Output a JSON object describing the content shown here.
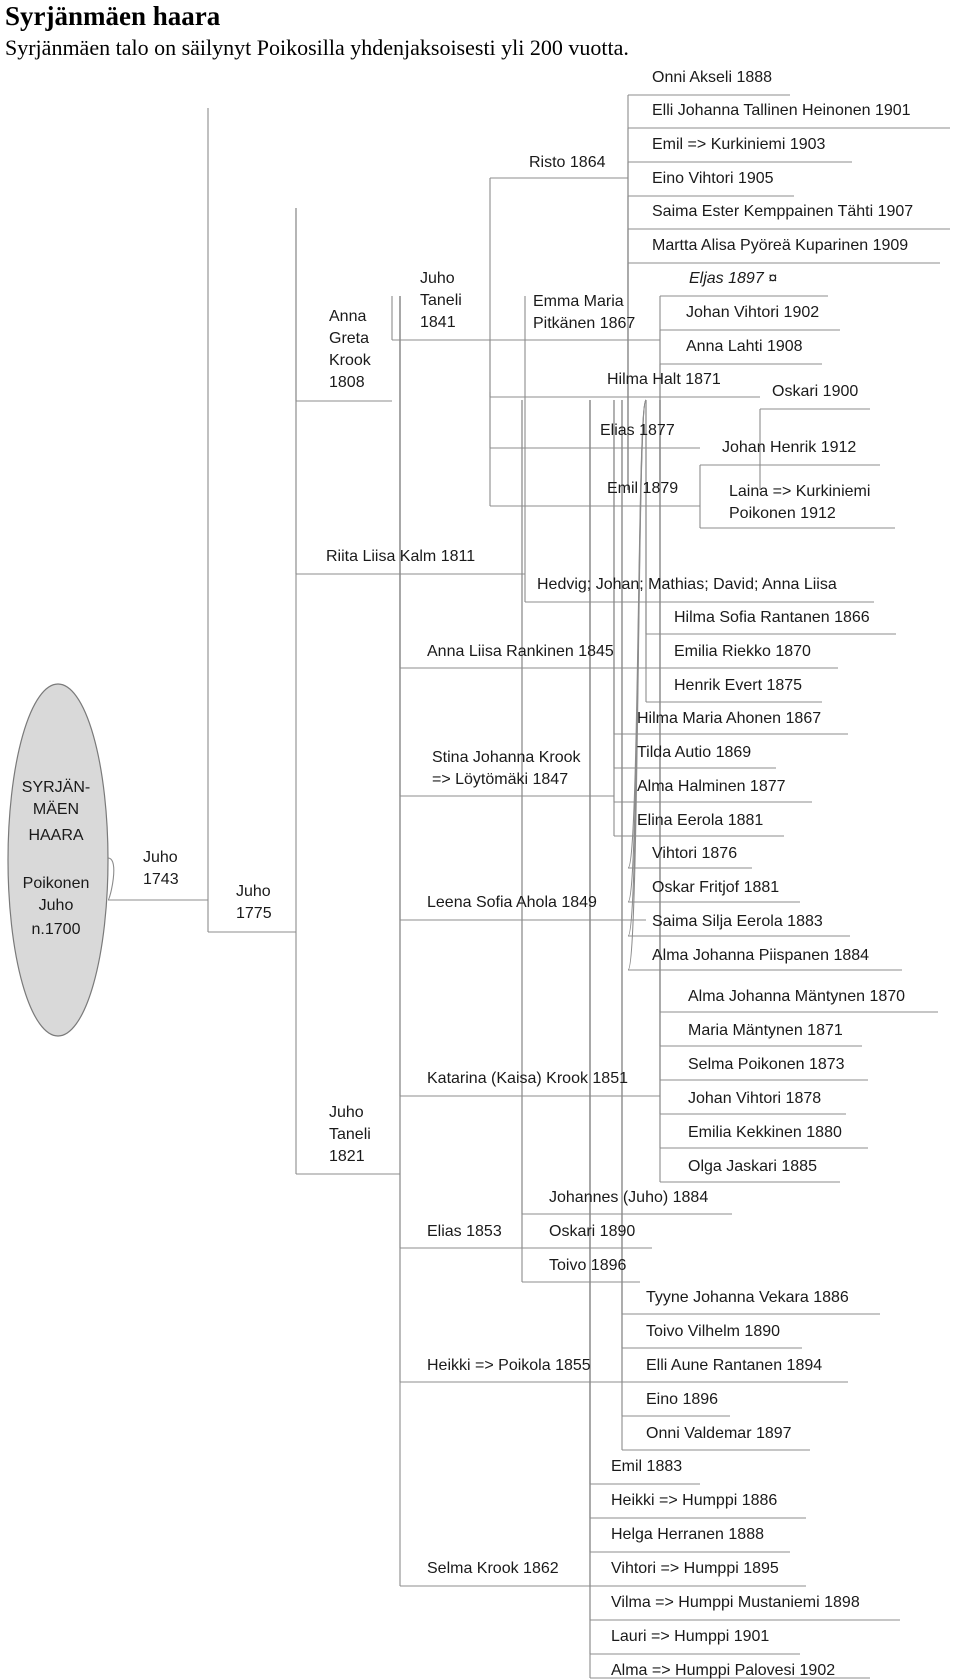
{
  "header": {
    "title": "Syrjänmäen haara",
    "subtitle": "Syrjänmäen talo on säilynyt Poikosilla yhdenjaksoisesti yli 200 vuotta."
  },
  "tree": {
    "root_lines": [
      "SYRJÄN-",
      "MÄEN",
      "HAARA",
      "Poikonen",
      "Juho",
      "n.1700"
    ],
    "root_fill": "#d9d9d9",
    "line_color": "#8c8c8c",
    "nodes": {
      "juho1743": [
        "Juho",
        "1743"
      ],
      "juho1775": [
        "Juho",
        "1775"
      ],
      "anna_greta": [
        "Anna",
        "Greta",
        "Krook",
        "1808"
      ],
      "juho_taneli_1841": [
        "Juho",
        "Taneli",
        "1841"
      ],
      "risto": [
        "Risto 1864"
      ],
      "onni_akseli": [
        "Onni Akseli 1888"
      ],
      "elli_johanna": [
        "Elli Johanna Tallinen Heinonen 1901"
      ],
      "emil_1903": [
        "Emil => Kurkiniemi 1903"
      ],
      "eino_vihtori": [
        "Eino Vihtori 1905"
      ],
      "saima_ester": [
        "Saima Ester Kemppainen Tähti 1907"
      ],
      "martta_alisa": [
        "Martta Alisa Pyöreä Kuparinen 1909"
      ],
      "emma_maria": [
        "Emma Maria",
        "Pitkänen 1867"
      ],
      "eljas": [
        "Eljas 1897 ¤"
      ],
      "johan_vihtori_1902": [
        "Johan Vihtori 1902"
      ],
      "anna_lahti": [
        "Anna Lahti 1908"
      ],
      "hilma_halt": [
        "Hilma Halt 1871"
      ],
      "oskari_1900": [
        "Oskari 1900"
      ],
      "elias_1877": [
        "Elias 1877"
      ],
      "johan_henrik": [
        "Johan Henrik 1912"
      ],
      "emil_1879": [
        "Emil 1879"
      ],
      "laina": [
        "Laina => Kurkiniemi",
        "Poikonen 1912"
      ],
      "riita_liisa": [
        "Riita Liisa Kalm 1811"
      ],
      "hedvig": [
        "Hedvig; Johan; Mathias; David; Anna Liisa"
      ],
      "juho_taneli_1821": [
        "Juho",
        "Taneli",
        "1821"
      ],
      "anna_liisa": [
        "Anna Liisa Rankinen 1845"
      ],
      "hilma_sofia": [
        "Hilma Sofia Rantanen 1866"
      ],
      "emilia_riekko": [
        "Emilia Riekko 1870"
      ],
      "henrik_evert": [
        "Henrik Evert 1875"
      ],
      "stina": [
        "Stina Johanna Krook",
        "=> Löytömäki 1847"
      ],
      "hilma_maria": [
        "Hilma Maria Ahonen 1867"
      ],
      "tilda": [
        "Tilda Autio 1869"
      ],
      "alma_halminen": [
        "Alma Halminen 1877"
      ],
      "elina": [
        "Elina Eerola 1881"
      ],
      "leena": [
        "Leena Sofia Ahola 1849"
      ],
      "vihtori_1876": [
        "Vihtori 1876"
      ],
      "oskar_fritjof": [
        "Oskar Fritjof 1881"
      ],
      "saima_silja": [
        "Saima Silja Eerola 1883"
      ],
      "alma_johanna_p": [
        "Alma Johanna Piispanen 1884"
      ],
      "katarina": [
        "Katarina (Kaisa) Krook 1851"
      ],
      "alma_johanna_m": [
        "Alma Johanna Mäntynen 1870"
      ],
      "maria_m": [
        "Maria Mäntynen 1871"
      ],
      "selma_p": [
        "Selma Poikonen 1873"
      ],
      "johan_vihtori_1878": [
        "Johan Vihtori 1878"
      ],
      "emilia_k": [
        "Emilia Kekkinen 1880"
      ],
      "olga": [
        "Olga Jaskari 1885"
      ],
      "elias_1853": [
        "Elias 1853"
      ],
      "johannes": [
        "Johannes (Juho) 1884"
      ],
      "oskari_1890": [
        "Oskari 1890"
      ],
      "toivo_1896": [
        "Toivo 1896"
      ],
      "heikki_p": [
        "Heikki => Poikola 1855"
      ],
      "tyyne": [
        "Tyyne Johanna Vekara 1886"
      ],
      "toivo_vilhelm": [
        "Toivo Vilhelm 1890"
      ],
      "elli_aune": [
        "Elli Aune Rantanen 1894"
      ],
      "eino_1896": [
        "Eino 1896"
      ],
      "onni_valdemar": [
        "Onni Valdemar 1897"
      ],
      "selma_krook": [
        "Selma Krook 1862"
      ],
      "emil_1883": [
        "Emil 1883"
      ],
      "heikki_h": [
        "Heikki => Humppi 1886"
      ],
      "helga": [
        "Helga Herranen 1888"
      ],
      "vihtori_h": [
        "Vihtori => Humppi 1895"
      ],
      "vilma": [
        "Vilma => Humppi Mustaniemi 1898"
      ],
      "lauri": [
        "Lauri => Humppi 1901"
      ],
      "alma_h": [
        "Alma => Humppi Palovesi 1902"
      ]
    }
  }
}
